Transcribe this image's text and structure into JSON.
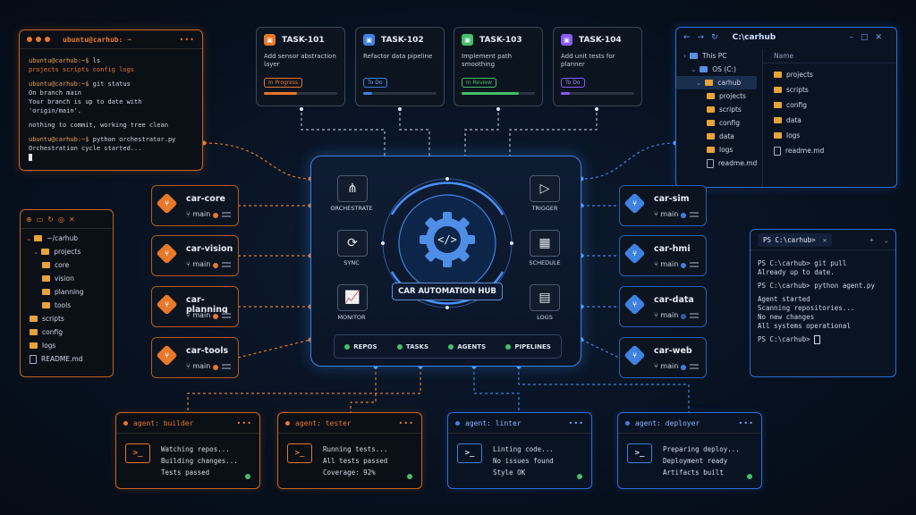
{
  "colors": {
    "orange": "#e8782a",
    "blue": "#3d82e0",
    "green": "#43c06a",
    "purple": "#8a5cf5"
  },
  "terminal": {
    "title": "ubuntu@carhub: ~",
    "lines": [
      {
        "prompt": "ubuntu@carhub:~$",
        "cmd": "ls"
      },
      {
        "out": "projects  scripts  config  logs"
      },
      {
        "prompt": "ubuntu@carhub:~$",
        "cmd": "git status"
      },
      {
        "out": "On branch main"
      },
      {
        "out": "Your branch is up to date with 'origin/main'."
      },
      {
        "out": ""
      },
      {
        "out": "nothing to commit, working tree clean"
      },
      {
        "out": ""
      },
      {
        "prompt": "ubuntu@carhub:~$",
        "cmd": "python orchestrator.py"
      },
      {
        "out": "Orchestration cycle started..."
      }
    ]
  },
  "tasks": [
    {
      "id": "TASK-101",
      "desc": "Add sensor abstraction layer",
      "status": "In Progress",
      "progress": 0.45,
      "color": "#e8782a",
      "icon": "task-icon"
    },
    {
      "id": "TASK-102",
      "desc": "Refactor data pipeline",
      "status": "To Do",
      "progress": 0.12,
      "color": "#3d82e0",
      "icon": "task-icon"
    },
    {
      "id": "TASK-103",
      "desc": "Implement path smoothing",
      "status": "In Review",
      "progress": 0.78,
      "color": "#43c06a",
      "icon": "task-icon"
    },
    {
      "id": "TASK-104",
      "desc": "Add unit tests for planner",
      "status": "To Do",
      "progress": 0.12,
      "color": "#8a5cf5",
      "icon": "task-icon"
    }
  ],
  "explorer": {
    "path": "C:\\carhub",
    "tree": [
      "This PC",
      "OS (C:)",
      "carhub",
      "projects",
      "scripts",
      "config",
      "data",
      "logs",
      "readme.md"
    ],
    "column": "Name",
    "files": [
      "projects",
      "scripts",
      "config",
      "data",
      "logs",
      "readme.md"
    ]
  },
  "tree_panel": {
    "root": "~/carhub",
    "items": [
      "projects",
      "core",
      "vision",
      "planning",
      "tools",
      "scripts",
      "config",
      "logs",
      "README.md"
    ]
  },
  "repos_left": [
    {
      "name": "car-core",
      "branch": "main"
    },
    {
      "name": "car-vision",
      "branch": "main"
    },
    {
      "name": "car-planning",
      "branch": "main"
    },
    {
      "name": "car-tools",
      "branch": "main"
    }
  ],
  "repos_right": [
    {
      "name": "car-sim",
      "branch": "main"
    },
    {
      "name": "car-hmi",
      "branch": "main"
    },
    {
      "name": "car-data",
      "branch": "main"
    },
    {
      "name": "car-web",
      "branch": "main"
    }
  ],
  "hub": {
    "title": "CAR AUTOMATION HUB",
    "actions": {
      "orchestrate": "ORCHESTRATE",
      "sync": "SYNC",
      "monitor": "MONITOR",
      "trigger": "TRIGGER",
      "schedule": "SCHEDULE",
      "logs": "LOGS"
    },
    "legend": [
      "REPOS",
      "TASKS",
      "AGENTS",
      "PIPELINES"
    ]
  },
  "powershell": {
    "tab": "PS C:\\carhub>",
    "lines": [
      "PS C:\\carhub> git pull",
      "Already up to date.",
      "",
      "PS C:\\carhub> python agent.py",
      "",
      "Agent started",
      "Scanning repositories...",
      "No new changes",
      "All systems operational",
      "",
      "PS C:\\carhub> "
    ]
  },
  "agents": [
    {
      "title": "agent: builder",
      "lines": [
        "Watching repos...",
        "Building changes...",
        "Tests passed"
      ],
      "theme": "orange"
    },
    {
      "title": "agent: tester",
      "lines": [
        "Running tests...",
        "All tests passed",
        "Coverage: 92%"
      ],
      "theme": "orange"
    },
    {
      "title": "agent: linter",
      "lines": [
        "Linting code...",
        "No issues found",
        "Style OK"
      ],
      "theme": "blue"
    },
    {
      "title": "agent: deployer",
      "lines": [
        "Preparing deploy...",
        "Deployment ready",
        "Artifacts built"
      ],
      "theme": "blue"
    }
  ]
}
